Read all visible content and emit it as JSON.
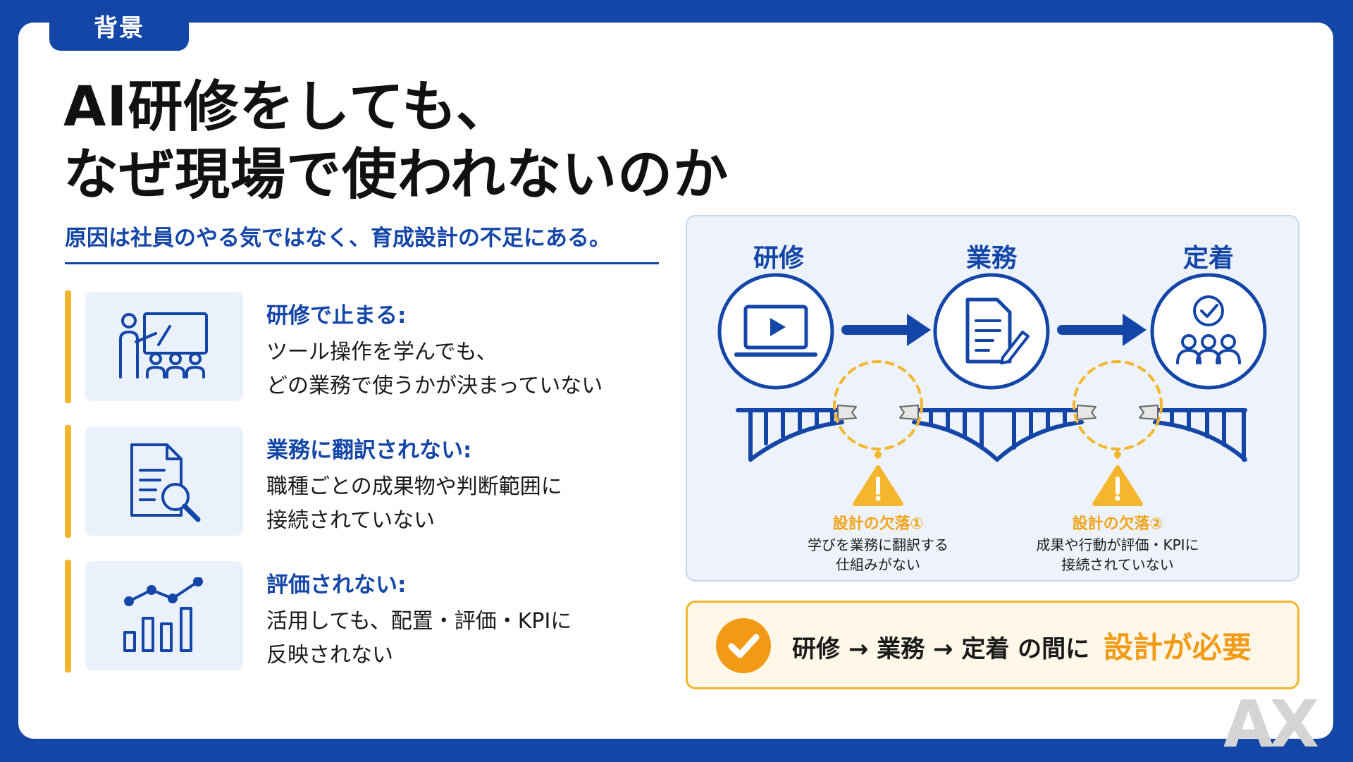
{
  "header": {
    "tag": "背景"
  },
  "title": {
    "line1": "AI研修をしても、",
    "line2": "なぜ現場で使われないのか"
  },
  "subtitle": "原因は社員のやる気ではなく、育成設計の不足にある。",
  "items": [
    {
      "heading": "研修で止まる:",
      "line1": "ツール操作を学んでも、",
      "line2": "どの業務で使うかが決まっていない",
      "icon": "training-presentation-icon"
    },
    {
      "heading": "業務に翻訳されない:",
      "line1": "職種ごとの成果物や判断範囲に",
      "line2": "接続されていない",
      "icon": "document-search-icon"
    },
    {
      "heading": "評価されない:",
      "line1": "活用しても、配置・評価・KPIに",
      "line2": "反映されない",
      "icon": "bar-chart-trend-icon"
    }
  ],
  "flow": {
    "stages": [
      {
        "label": "研修",
        "icon": "laptop-play-icon"
      },
      {
        "label": "業務",
        "icon": "document-pen-icon"
      },
      {
        "label": "定着",
        "icon": "team-check-icon"
      }
    ],
    "gaps": [
      {
        "title": "設計の欠落①",
        "line1": "学びを業務に翻訳する",
        "line2": "仕組みがない"
      },
      {
        "title": "設計の欠落②",
        "line1": "成果や行動が評価・KPIに",
        "line2": "接続されていない"
      }
    ]
  },
  "callout": {
    "text": "研修 → 業務 → 定着 の間に",
    "accent": "設計が必要"
  },
  "logo": "AX",
  "colors": {
    "primary": "#1446a8",
    "accent": "#f4b62c",
    "orange": "#f29a16",
    "panel": "#eef3fb"
  }
}
